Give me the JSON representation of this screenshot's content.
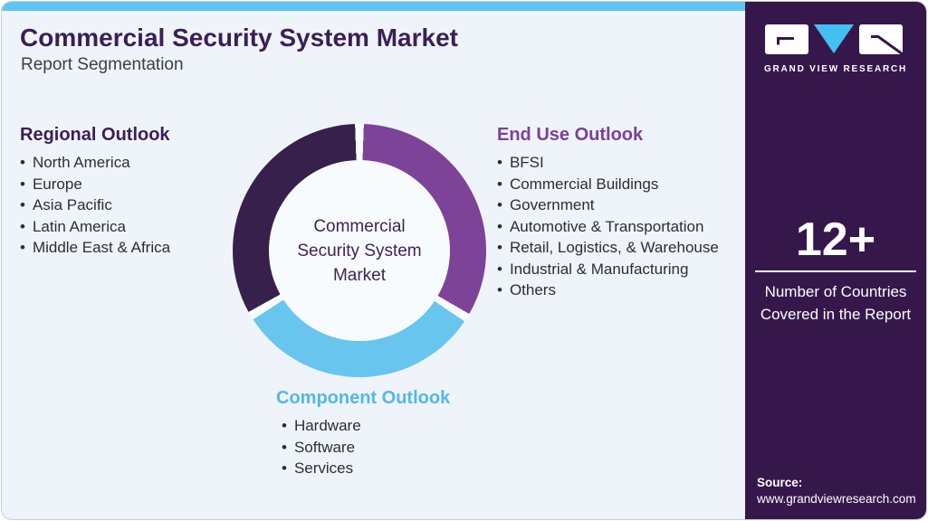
{
  "header": {
    "title": "Commercial Security System Market",
    "subtitle": "Report Segmentation"
  },
  "sections": {
    "regional": {
      "heading": "Regional Outlook",
      "items": [
        "North America",
        "Europe",
        "Asia Pacific",
        "Latin America",
        "Middle East & Africa"
      ]
    },
    "end_use": {
      "heading": "End Use Outlook",
      "items": [
        "BFSI",
        "Commercial Buildings",
        "Government",
        "Automotive & Transportation",
        "Retail, Logistics, & Warehouse",
        "Industrial & Manufacturing",
        "Others"
      ]
    },
    "component": {
      "heading": "Component Outlook",
      "items": [
        "Hardware",
        "Software",
        "Services"
      ]
    }
  },
  "donut": {
    "center_label": [
      "Commercial",
      "Security System",
      "Market"
    ],
    "gap_color": "#f8fbfd",
    "segments": [
      {
        "label": "End Use Outlook",
        "color": "#7c4399",
        "start_deg": 2,
        "end_deg": 120
      },
      {
        "label": "Component Outlook",
        "color": "#68c5ee",
        "start_deg": 124,
        "end_deg": 237
      },
      {
        "label": "Regional Outlook",
        "color": "#38204c",
        "start_deg": 241,
        "end_deg": 358
      }
    ]
  },
  "sidebar": {
    "logo": {
      "brand": "GRAND VIEW RESEARCH"
    },
    "stat": {
      "value": "12+",
      "caption": "Number of Countries Covered in the Report"
    },
    "source": {
      "label": "Source:",
      "url": "www.grandviewresearch.com"
    }
  },
  "colors": {
    "accent_strip": "#5fc5f0",
    "main_bg": "#eff4fa",
    "sidebar_bg": "#36174b",
    "title_text": "#3b1f55",
    "regional_heading": "#3b1f55",
    "end_use_heading": "#7b3f9b",
    "component_heading": "#53b7e8",
    "donut_purple": "#7c4399",
    "donut_blue": "#68c5ee",
    "donut_dark": "#38204c",
    "logo_v_blue": "#44c0f0"
  }
}
